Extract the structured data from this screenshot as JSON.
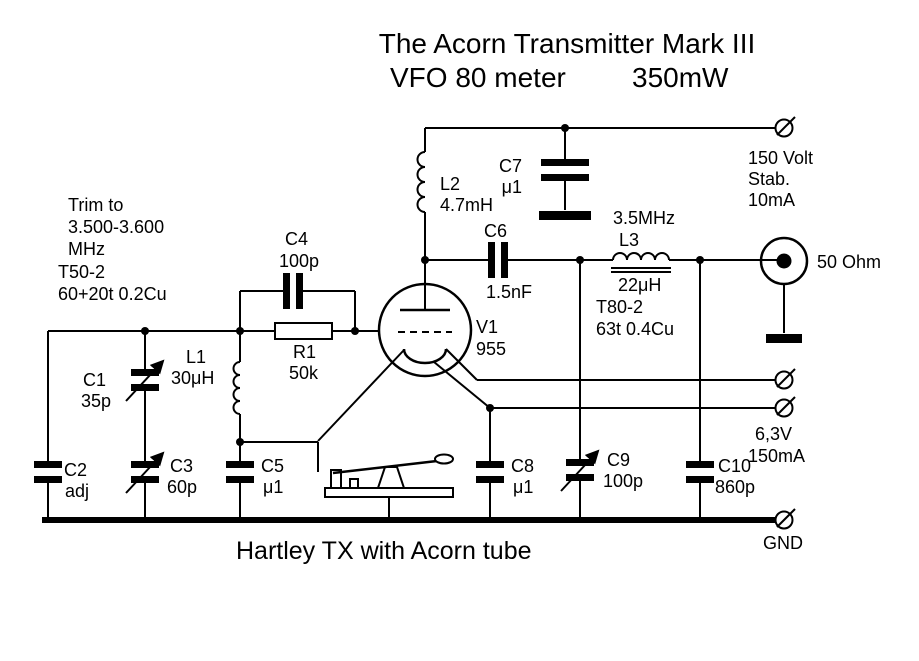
{
  "title": {
    "line1": "The Acorn Transmitter Mark III",
    "line2_left": "VFO 80 meter",
    "line2_right": "350mW"
  },
  "caption": "Hartley TX with Acorn tube",
  "annotations": {
    "trim1": "Trim to",
    "trim2": "3.500-3.600",
    "trim3": "MHz",
    "t50_1": "T50-2",
    "t50_2": "60+20t 0.2Cu",
    "t80_1": "T80-2",
    "t80_2": "63t 0.4Cu",
    "supply1": "150 Volt",
    "supply2": "Stab.",
    "supply3": "10mA",
    "heater1": "6,3V",
    "heater2": "150mA",
    "output": "50 Ohm",
    "ground": "GND",
    "l3_freq": "3.5MHz"
  },
  "components": {
    "c1": {
      "ref": "C1",
      "value": "35p"
    },
    "c2": {
      "ref": "C2",
      "value": "adj"
    },
    "c3": {
      "ref": "C3",
      "value": "60p"
    },
    "c4": {
      "ref": "C4",
      "value": "100p"
    },
    "c5": {
      "ref": "C5",
      "value": "μ1"
    },
    "c6": {
      "ref": "C6",
      "value": "1.5nF"
    },
    "c7": {
      "ref": "C7",
      "value": "μ1"
    },
    "c8": {
      "ref": "C8",
      "value": "μ1"
    },
    "c9": {
      "ref": "C9",
      "value": "100p"
    },
    "c10": {
      "ref": "C10",
      "value": "860p"
    },
    "r1": {
      "ref": "R1",
      "value": "50k"
    },
    "l1": {
      "ref": "L1",
      "value": "30μH"
    },
    "l2": {
      "ref": "L2",
      "value": "4.7mH"
    },
    "l3": {
      "ref": "L3",
      "value": "22μH"
    },
    "v1": {
      "ref": "V1",
      "value": "955"
    }
  }
}
